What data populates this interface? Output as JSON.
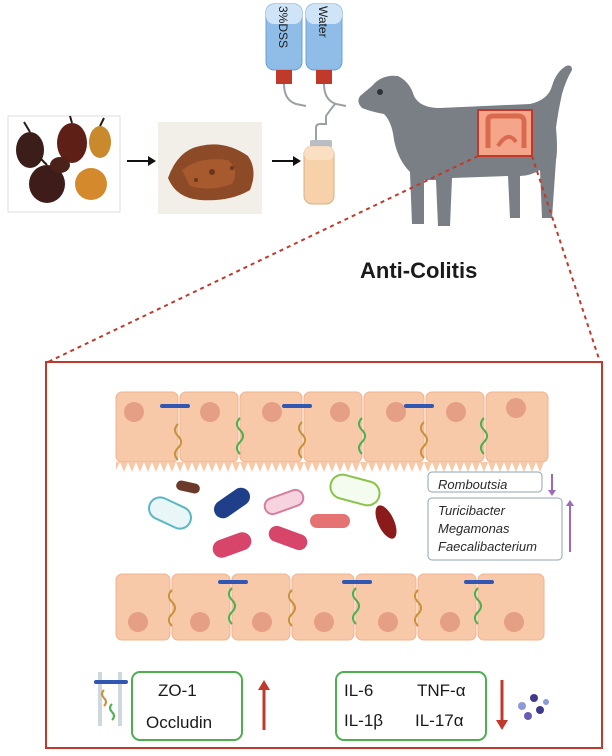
{
  "title": "Anti-Colitis",
  "bottles": {
    "dss_label": "3%DSS",
    "water_label": "Water"
  },
  "microbiota": {
    "decreased": [
      "Romboutsia"
    ],
    "increased": [
      "Turicibacter",
      "Megamonas",
      "Faecalibacterium"
    ]
  },
  "tight_junction_markers": {
    "items": [
      "ZO-1",
      "Occludin"
    ],
    "trend": "up"
  },
  "cytokines": {
    "items": [
      "IL-6",
      "TNF-α",
      "IL-1β",
      "IL-17α"
    ],
    "trend": "down"
  },
  "colors": {
    "panel_border": "#c0392b",
    "cell_fill": "#f8c9a8",
    "nucleus": "#e59f84",
    "up_arrow": "#c0392b",
    "down_arrow": "#c0392b",
    "box_border": "#4caf50",
    "dog": "#7a7f86"
  },
  "icons": [
    "fruit-photo",
    "powder-photo",
    "wash-bottle-icon",
    "dss-bottle-icon",
    "water-bottle-icon",
    "dog-icon",
    "colon-icon",
    "tight-junction-icon",
    "cytokine-dots-icon",
    "bacteria-icon"
  ]
}
